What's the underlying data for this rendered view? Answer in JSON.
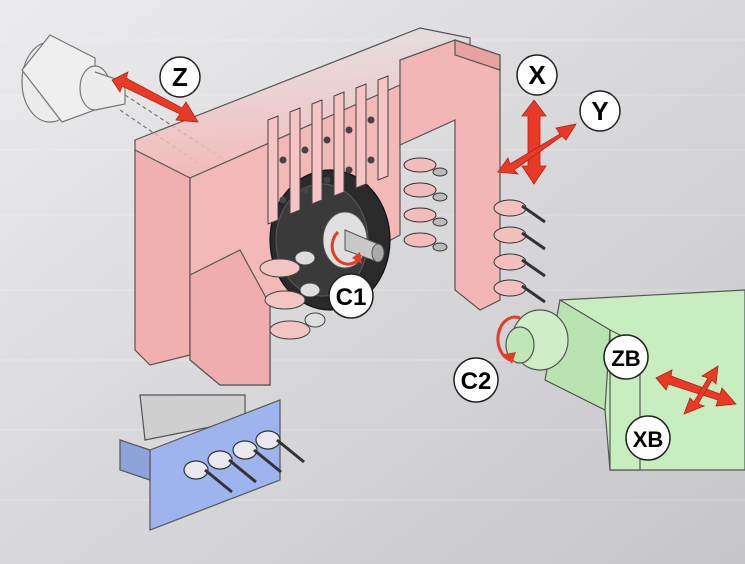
{
  "axes": {
    "z": "Z",
    "x": "X",
    "y": "Y",
    "c1": "C1",
    "c2": "C2",
    "zb": "ZB",
    "xb": "XB"
  },
  "colors": {
    "main_turret": "#f3b9b9",
    "main_turret_dark": "#e8a2a2",
    "lower_turret": "#9db4ee",
    "sub_spindle": "#c8eec0",
    "arrow_red": "#e83a24",
    "outline": "#333333",
    "background": "#d9d9dc"
  },
  "icons": {
    "linear_axis": "double-arrow-icon",
    "cross_axis": "four-way-arrow-icon",
    "rotary_axis": "rotation-arrow-icon"
  }
}
